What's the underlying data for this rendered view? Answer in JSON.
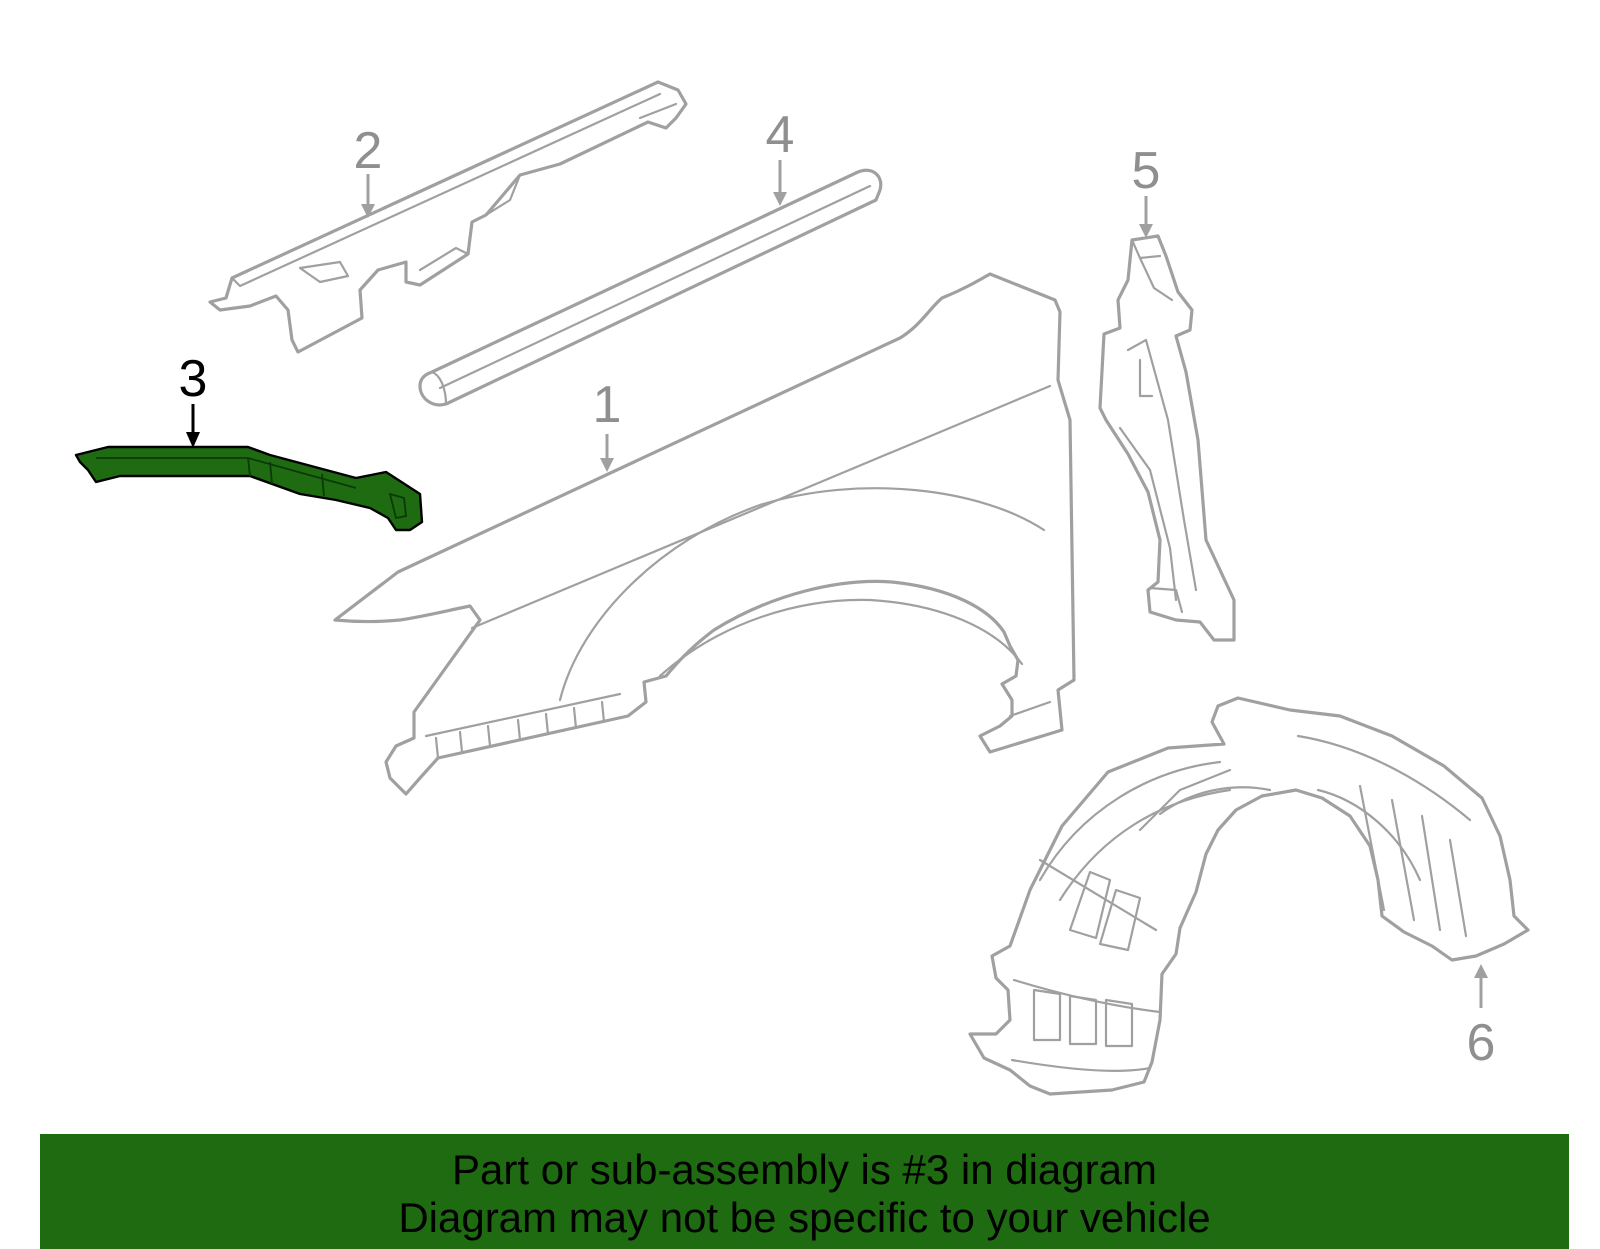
{
  "diagram": {
    "callouts": [
      {
        "id": "1",
        "label": "1"
      },
      {
        "id": "2",
        "label": "2"
      },
      {
        "id": "3",
        "label": "3",
        "highlighted": true
      },
      {
        "id": "4",
        "label": "4"
      },
      {
        "id": "5",
        "label": "5"
      },
      {
        "id": "6",
        "label": "6"
      }
    ],
    "highlight_color": "#1f6b12",
    "line_color": "#a0a0a0"
  },
  "banner": {
    "line1": "Part or sub-assembly is #3 in diagram",
    "line2": "Diagram may not be specific to your vehicle",
    "background": "#1f6b12"
  }
}
